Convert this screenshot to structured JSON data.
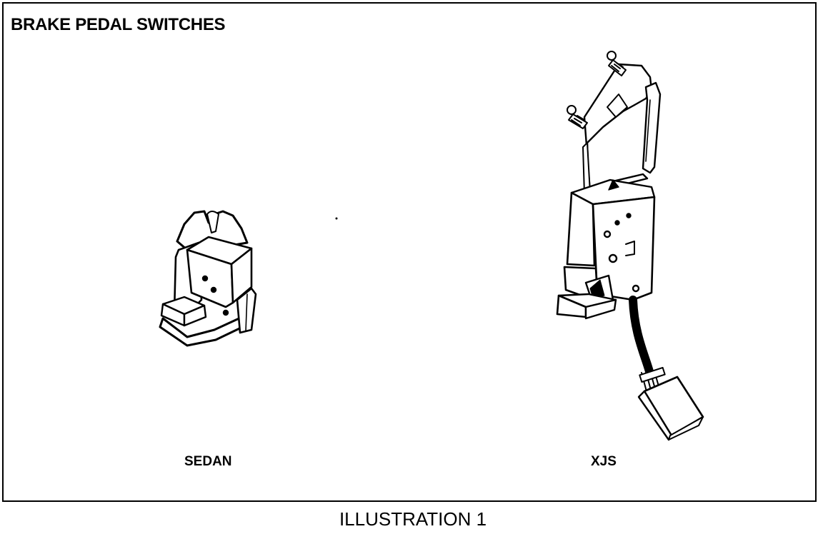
{
  "title": "BRAKE PEDAL SWITCHES",
  "items": [
    {
      "label": "SEDAN"
    },
    {
      "label": "XJS"
    }
  ],
  "footer": "ILLUSTRATION 1",
  "colors": {
    "ink": "#000000",
    "paper": "#ffffff"
  }
}
